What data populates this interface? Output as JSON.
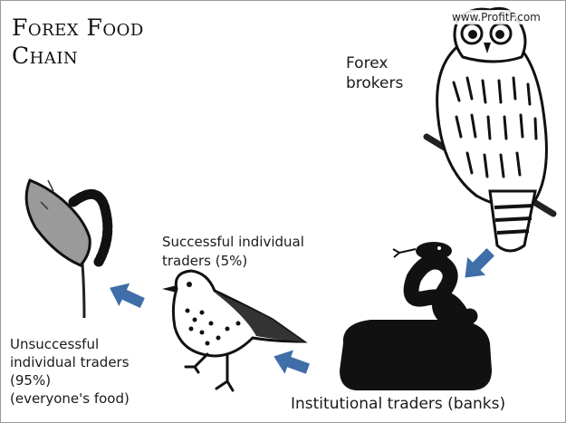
{
  "title": {
    "line1": "Forex Food",
    "line2": "Chain"
  },
  "watermark": "www.ProfitF.com",
  "nodes": {
    "brokers": {
      "line1": "Forex",
      "line2": "brokers",
      "icon": "owl-icon"
    },
    "institutional": {
      "label": "Institutional traders (banks)",
      "icon": "snake-icon"
    },
    "successful": {
      "line1": "Successful individual",
      "line2": "traders (5%)",
      "icon": "bird-icon"
    },
    "unsuccessful": {
      "line1": "Unsuccessful",
      "line2": "individual traders",
      "line3": "(95%)",
      "line4": "(everyone's food)",
      "icon": "caterpillar-leaf-icon"
    }
  },
  "colors": {
    "arrow": "#3f6ea8",
    "ink": "#111111",
    "leaf": "#9a9a9a"
  }
}
